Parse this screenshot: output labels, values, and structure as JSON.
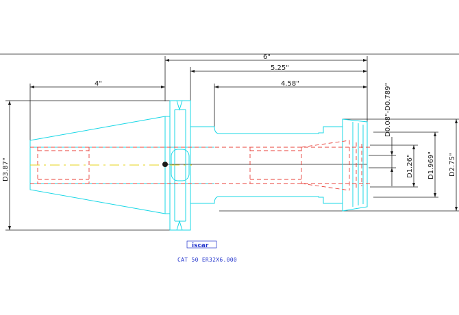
{
  "dimensions": {
    "overall_length": "6\"",
    "length_4": "4\"",
    "length_525": "5.25\"",
    "length_458": "4.58\"",
    "diameter_387": "D3.87\"",
    "clamp_range": "D0.08\"-D0.789\"",
    "diameter_126": "D1.26\"",
    "diameter_1969": "D1.969\"",
    "diameter_275": "D2.75\""
  },
  "logo_text": "iscar",
  "caption": "CAT 50 ER32X6.000",
  "colors": {
    "body_outline": "#19d7e6",
    "hidden_lines": "#e8413a",
    "center_line": "#e6d319",
    "dimension_lines": "#1a1a1a",
    "caption": "#2233cc"
  }
}
